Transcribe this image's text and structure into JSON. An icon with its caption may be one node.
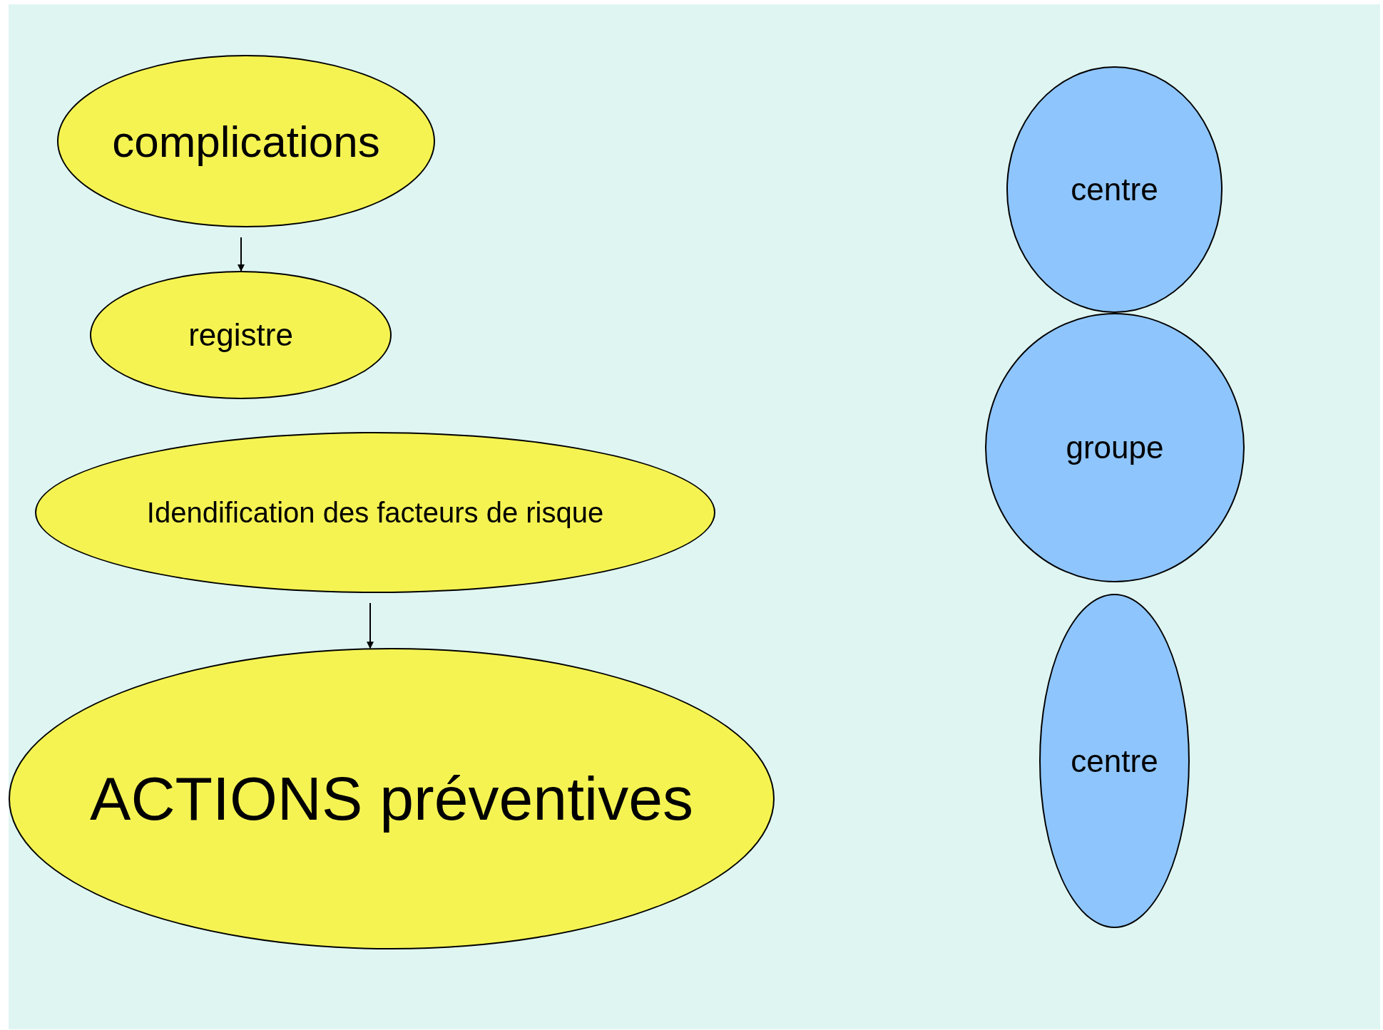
{
  "diagram": {
    "nodes": [
      {
        "text": [
          "complications"
        ]
      },
      {
        "text": [
          "registre"
        ]
      },
      {
        "text": [
          "Idendification des facteurs de risque"
        ]
      },
      {
        "text": [
          "ACTIONS préventives"
        ]
      },
      {
        "text": [
          "centre"
        ]
      },
      {
        "text": [
          "groupe"
        ]
      },
      {
        "text": [
          "centre"
        ]
      }
    ],
    "edges": [
      {
        "from": 0,
        "to": 1,
        "arrow": "to"
      },
      {
        "from": 2,
        "to": 3,
        "arrow": "to"
      }
    ]
  }
}
